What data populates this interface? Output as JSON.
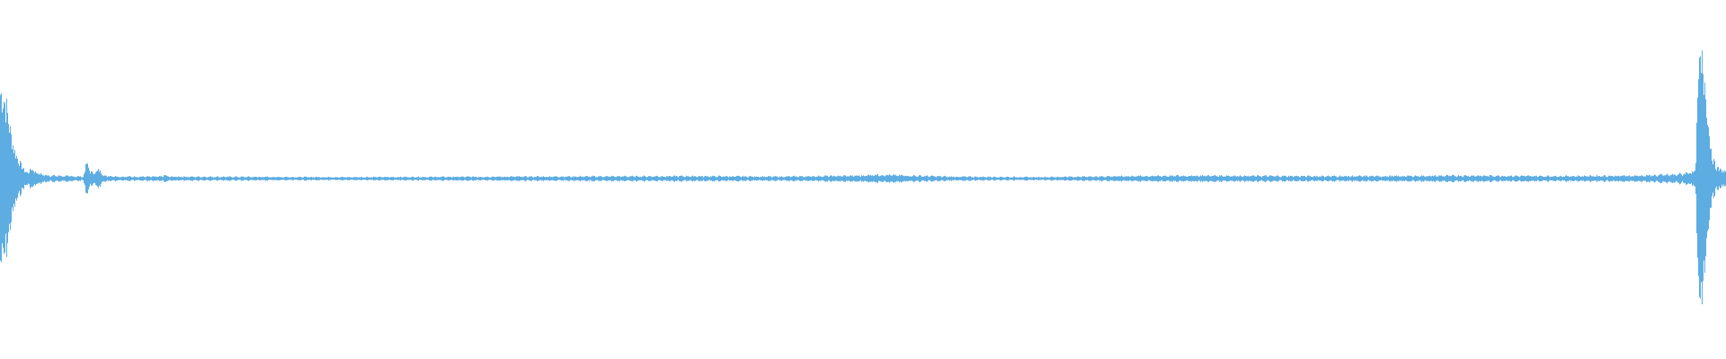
{
  "waveform": {
    "color": "#5dade2",
    "background": "#ffffff",
    "envelope": [
      [
        0.0,
        0.78
      ],
      [
        0.002,
        0.74
      ],
      [
        0.004,
        0.6
      ],
      [
        0.006,
        0.4
      ],
      [
        0.008,
        0.26
      ],
      [
        0.01,
        0.18
      ],
      [
        0.012,
        0.12
      ],
      [
        0.014,
        0.07
      ],
      [
        0.016,
        0.05
      ],
      [
        0.018,
        0.09
      ],
      [
        0.02,
        0.06
      ],
      [
        0.024,
        0.04
      ],
      [
        0.03,
        0.03
      ],
      [
        0.04,
        0.025
      ],
      [
        0.048,
        0.02
      ],
      [
        0.05,
        0.14
      ],
      [
        0.052,
        0.06
      ],
      [
        0.055,
        0.05
      ],
      [
        0.057,
        0.08
      ],
      [
        0.06,
        0.03
      ],
      [
        0.07,
        0.02
      ],
      [
        0.094,
        0.02
      ],
      [
        0.095,
        0.04
      ],
      [
        0.097,
        0.02
      ],
      [
        0.2,
        0.015
      ],
      [
        0.3,
        0.02
      ],
      [
        0.4,
        0.025
      ],
      [
        0.45,
        0.02
      ],
      [
        0.5,
        0.03
      ],
      [
        0.505,
        0.04
      ],
      [
        0.55,
        0.02
      ],
      [
        0.6,
        0.015
      ],
      [
        0.65,
        0.025
      ],
      [
        0.7,
        0.03
      ],
      [
        0.75,
        0.025
      ],
      [
        0.8,
        0.025
      ],
      [
        0.85,
        0.03
      ],
      [
        0.9,
        0.025
      ],
      [
        0.95,
        0.03
      ],
      [
        0.97,
        0.04
      ],
      [
        0.982,
        0.06
      ],
      [
        0.984,
        0.95
      ],
      [
        0.986,
        1.0
      ],
      [
        0.988,
        0.85
      ],
      [
        0.99,
        0.4
      ],
      [
        0.992,
        0.18
      ],
      [
        0.994,
        0.1
      ],
      [
        0.996,
        0.08
      ],
      [
        1.0,
        0.06
      ]
    ]
  }
}
